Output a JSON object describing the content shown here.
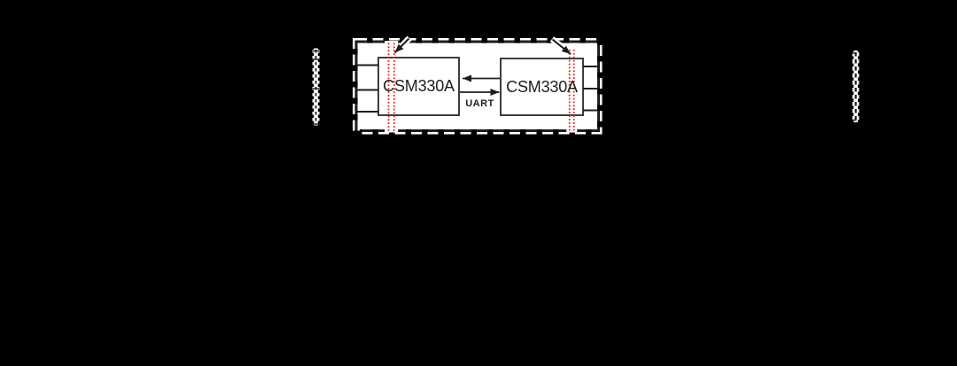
{
  "figure": {
    "modules": [
      {
        "label": "CSM330A",
        "side": "left",
        "pin_wires": 3
      },
      {
        "label": "CSM330A",
        "side": "right",
        "pin_wires": 3
      }
    ],
    "link_label": "UART",
    "link_direction": "bidirectional",
    "red_marker_pairs": 2,
    "pointer_arrows": 2,
    "colors": {
      "canvas_background": "#000000",
      "panel_fill": "#ffffff",
      "line": "#1d1d1d",
      "highlight_red": "#e8251f"
    }
  }
}
